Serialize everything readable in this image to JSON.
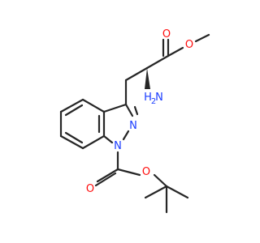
{
  "molecule": {
    "atoms": {
      "o_carbonyl_top": "O",
      "o_ester_top": "O",
      "amine_n": "N",
      "amine_h": "H",
      "amine_h_count": "2",
      "n_ring_2": "N",
      "n_ring_1": "N",
      "o_carbonyl_boc": "O",
      "o_ester_boc": "O"
    },
    "colors": {
      "bond": "#262626",
      "oxygen": "#ff0d0d",
      "nitrogen": "#1a3cff",
      "amine": "#1a3cff"
    }
  }
}
